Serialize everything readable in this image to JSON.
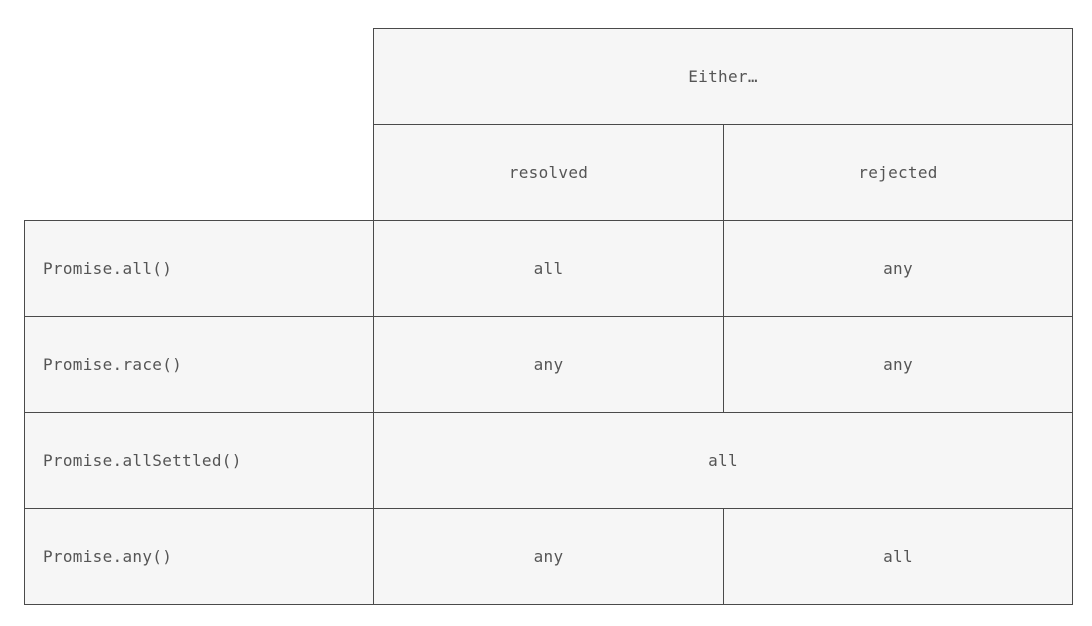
{
  "table": {
    "top_header": {
      "label": "Either…",
      "span": 2
    },
    "column_headers": [
      {
        "id": "resolved",
        "label": "resolved"
      },
      {
        "id": "rejected",
        "label": "rejected"
      }
    ],
    "rows": [
      {
        "label": "Promise.all()",
        "merged": false,
        "cells": [
          "all",
          "any"
        ]
      },
      {
        "label": "Promise.race()",
        "merged": false,
        "cells": [
          "any",
          "any"
        ]
      },
      {
        "label": "Promise.allSettled()",
        "merged": true,
        "cells": [
          "all"
        ]
      },
      {
        "label": "Promise.any()",
        "merged": false,
        "cells": [
          "any",
          "all"
        ]
      }
    ]
  },
  "style": {
    "cell_background": "#f6f6f6",
    "border_color": "#4a4a4a",
    "text_color": "#555555",
    "page_background": "#ffffff"
  }
}
